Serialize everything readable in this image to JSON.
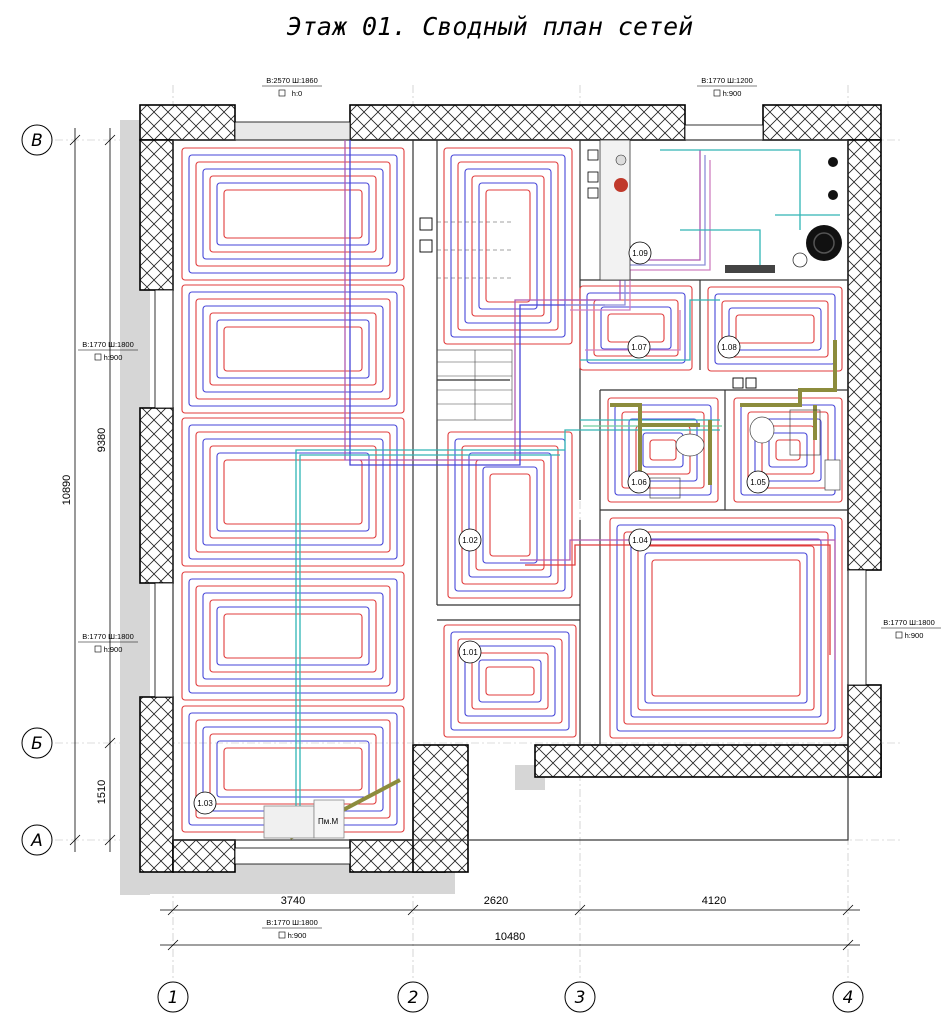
{
  "title": "Этаж 01. Сводный план сетей",
  "axes": {
    "letters": [
      "В",
      "Б",
      "А"
    ],
    "numbers": [
      "1",
      "2",
      "3",
      "4"
    ]
  },
  "dimensions": {
    "bottom": [
      "3740",
      "2620",
      "4120"
    ],
    "total": "10480",
    "left_total": "10890",
    "left_upper": "9380",
    "left_lower": "1510"
  },
  "openings": {
    "top_left": {
      "size": "В:2570  Ш:1860",
      "h": "h:0"
    },
    "top_right": {
      "size": "В:1770  Ш:1200",
      "h": "h:900"
    },
    "left_upper": {
      "size": "В:1770  Ш:1800",
      "h": "h:900"
    },
    "left_lower": {
      "size": "В:1770  Ш:1800",
      "h": "h:900"
    },
    "right": {
      "size": "В:1770  Ш:1800",
      "h": "h:900"
    },
    "bottom": {
      "size": "В:1770  Ш:1800",
      "h": "h:900"
    }
  },
  "rooms": [
    "1.01",
    "1.02",
    "1.03",
    "1.04",
    "1.05",
    "1.06",
    "1.07",
    "1.08",
    "1.09"
  ],
  "equipment": {
    "manifold_label": "Пм.М"
  },
  "colors": {
    "supply": "#e03c3c",
    "return": "#4646d8",
    "cold_water": "#30b5b5",
    "sewer": "#8c8c3c",
    "gas_or_other": "#b05ab0"
  },
  "icons": {
    "opening_symbol": "square-icon"
  }
}
